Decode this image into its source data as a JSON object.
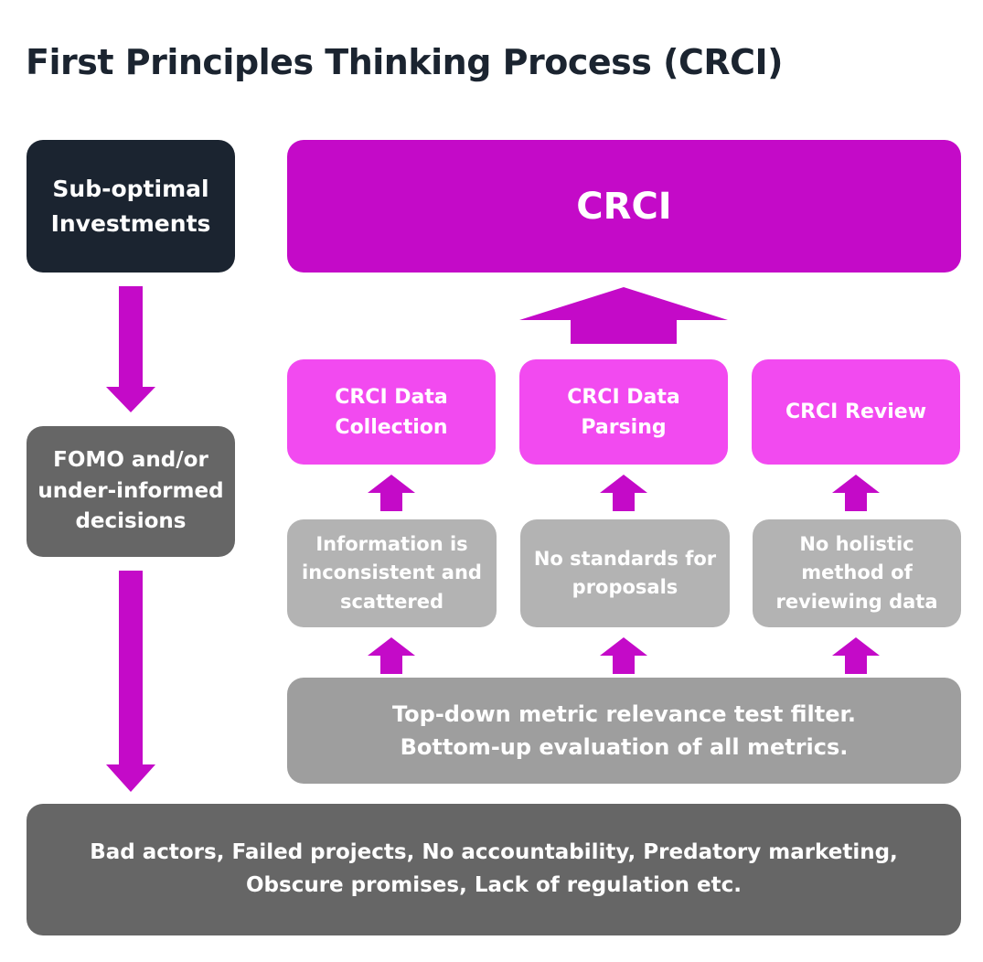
{
  "title": "First Principles Thinking Process (CRCI)",
  "colors": {
    "arrow": "#c40ac8",
    "crci": "#c40ac8",
    "stage": "#f24af0",
    "problem": "#b3b3b3",
    "filter": "#9e9e9e",
    "dark": "#1b2430",
    "gray": "#666666"
  },
  "left": {
    "top_box": "Sub-optimal\nInvestments",
    "middle_box": "FOMO and/or\nunder-informed\ndecisions"
  },
  "crci": {
    "label": "CRCI"
  },
  "stages": [
    {
      "label": "CRCI Data\nCollection"
    },
    {
      "label": "CRCI Data\nParsing"
    },
    {
      "label": "CRCI Review"
    }
  ],
  "problems": [
    {
      "label": "Information is\ninconsistent and\nscattered"
    },
    {
      "label": "No standards for\nproposals"
    },
    {
      "label": "No holistic\nmethod of\nreviewing data"
    }
  ],
  "filter": {
    "label": "Top-down metric relevance test filter.\nBottom-up evaluation of all metrics."
  },
  "bottom": {
    "label": "Bad actors, Failed projects, No accountability, Predatory marketing,\nObscure promises, Lack of regulation etc."
  }
}
